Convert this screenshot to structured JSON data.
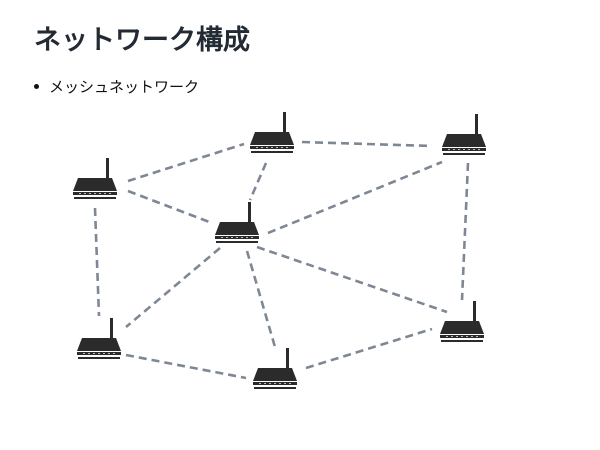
{
  "slide": {
    "title": "ネットワーク構成",
    "bullets": [
      {
        "text": "メッシュネットワーク"
      }
    ]
  },
  "diagram": {
    "type": "mesh-network",
    "line_color": "#7e8794",
    "router_color": "#2b2b2b",
    "nodes": [
      {
        "id": "router-1",
        "icon": "wireless-router-icon"
      },
      {
        "id": "router-2",
        "icon": "wireless-router-icon"
      },
      {
        "id": "router-3",
        "icon": "wireless-router-icon"
      },
      {
        "id": "router-4",
        "icon": "wireless-router-icon"
      },
      {
        "id": "router-5",
        "icon": "wireless-router-icon"
      },
      {
        "id": "router-6",
        "icon": "wireless-router-icon"
      },
      {
        "id": "router-7",
        "icon": "wireless-router-icon"
      }
    ],
    "links": [
      [
        "router-1",
        "router-2"
      ],
      [
        "router-1",
        "router-4"
      ],
      [
        "router-1",
        "router-5"
      ],
      [
        "router-2",
        "router-4"
      ],
      [
        "router-2",
        "router-3"
      ],
      [
        "router-3",
        "router-4"
      ],
      [
        "router-3",
        "router-7"
      ],
      [
        "router-4",
        "router-5"
      ],
      [
        "router-4",
        "router-6"
      ],
      [
        "router-4",
        "router-7"
      ],
      [
        "router-5",
        "router-6"
      ],
      [
        "router-6",
        "router-7"
      ]
    ]
  }
}
